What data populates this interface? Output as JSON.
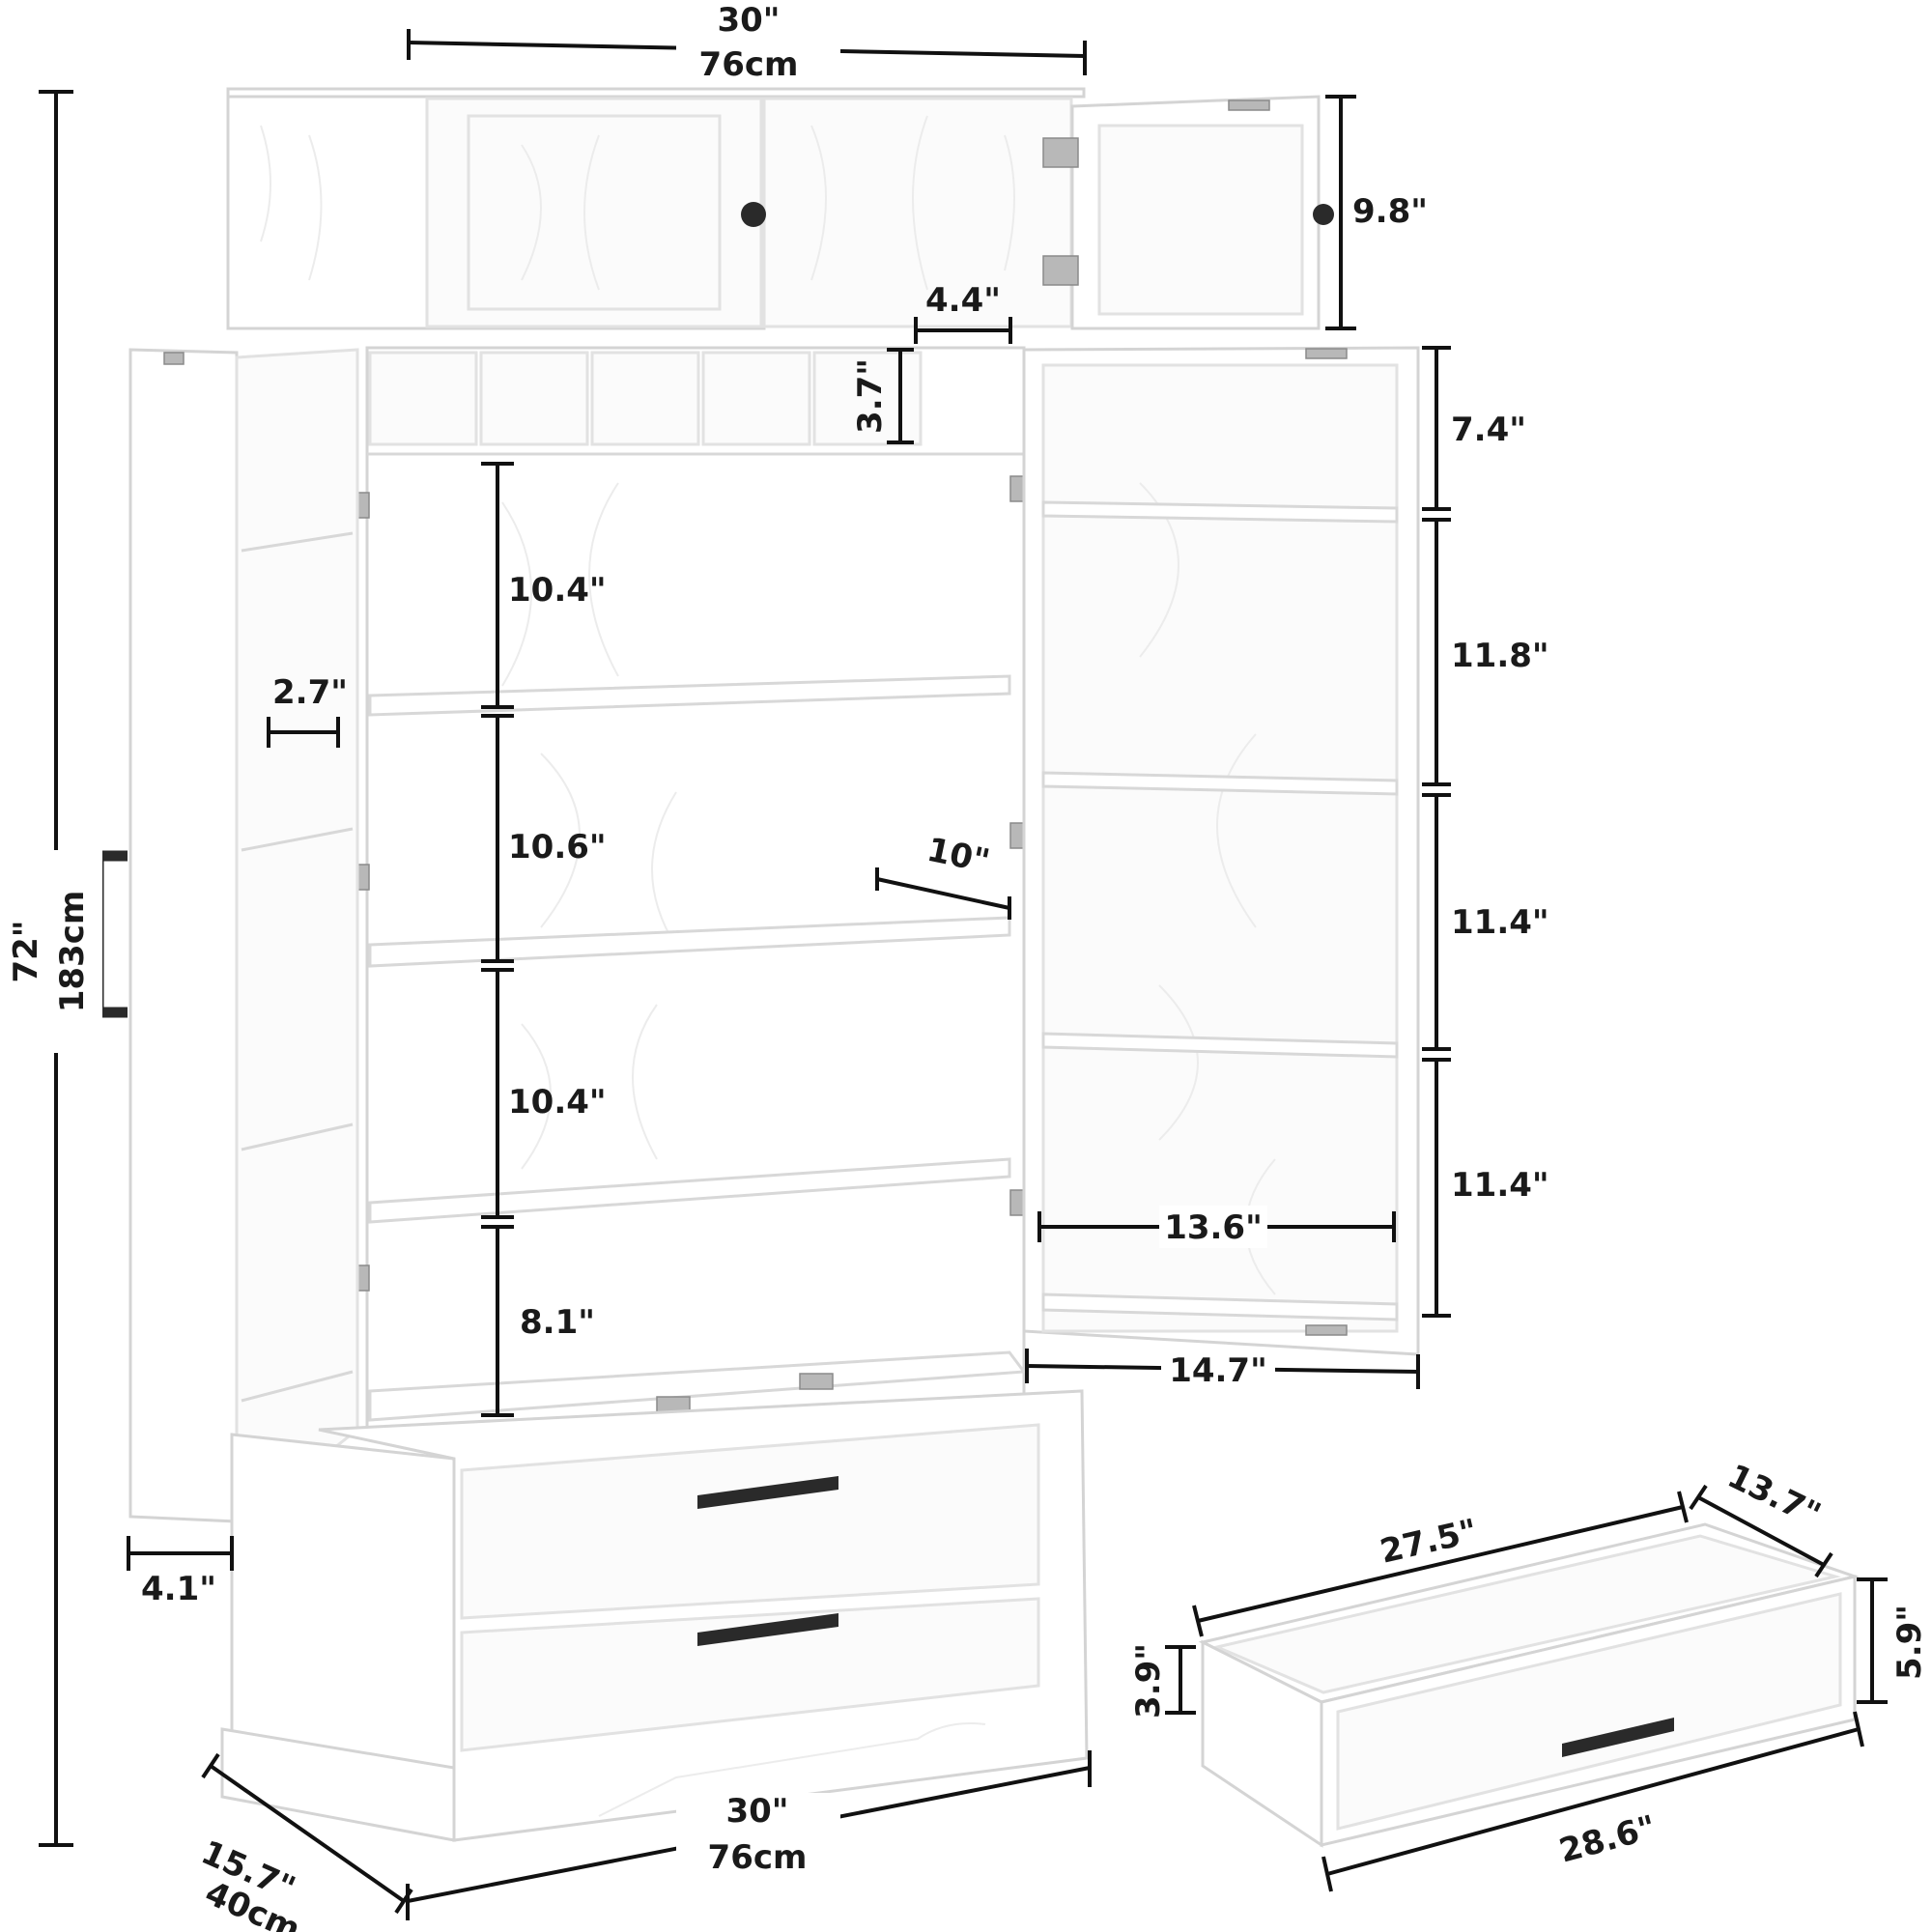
{
  "dimensions": {
    "top_width_in": "30\"",
    "top_width_cm": "76cm",
    "top_cabinet_height": "9.8\"",
    "total_height_in": "72\"",
    "total_height_cm": "183cm",
    "cubby_width": "4.4\"",
    "cubby_height": "3.7\"",
    "shelf_gap_1": "10.4\"",
    "shelf_gap_2": "10.6\"",
    "shelf_gap_3": "10.4\"",
    "shelf_gap_4": "8.1\"",
    "shelf_depth": "10\"",
    "left_door_rack_depth": "2.7\"",
    "left_door_thickness": "4.1\"",
    "right_door_gap_1": "7.4\"",
    "right_door_gap_2": "11.8\"",
    "right_door_gap_3": "11.4\"",
    "right_door_gap_4": "11.4\"",
    "right_door_inner_width": "13.6\"",
    "right_door_width": "14.7\"",
    "bottom_width_in": "30\"",
    "bottom_width_cm": "76cm",
    "depth_in": "15.7\"",
    "depth_cm": "40cm",
    "drawer_inner_length": "27.5\"",
    "drawer_depth": "13.7\"",
    "drawer_front_height": "5.9\"",
    "drawer_inner_height": "3.9\"",
    "drawer_front_length": "28.6\""
  },
  "colors": {
    "cabinet": "#ffffff",
    "outline": "#d4d4d4",
    "handle": "#2a2a2a",
    "dimension_line": "#111111"
  },
  "icons": {
    "knob": "round-black-knob",
    "pull": "black-bar-handle",
    "hinge": "metal-hinge"
  }
}
